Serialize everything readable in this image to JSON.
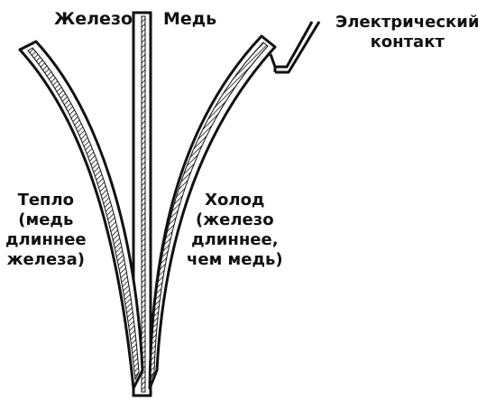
{
  "labels": {
    "iron": "Железо",
    "copper": "Медь",
    "contact": [
      "Электрический",
      "контакт"
    ],
    "heat": [
      "Тепло",
      "(медь",
      "длиннее",
      "железа)"
    ],
    "cold": [
      "Холод",
      "(железо",
      "длиннее,",
      "чем медь)"
    ]
  },
  "colors": {
    "ink": "#111111",
    "background": "#ffffff"
  }
}
